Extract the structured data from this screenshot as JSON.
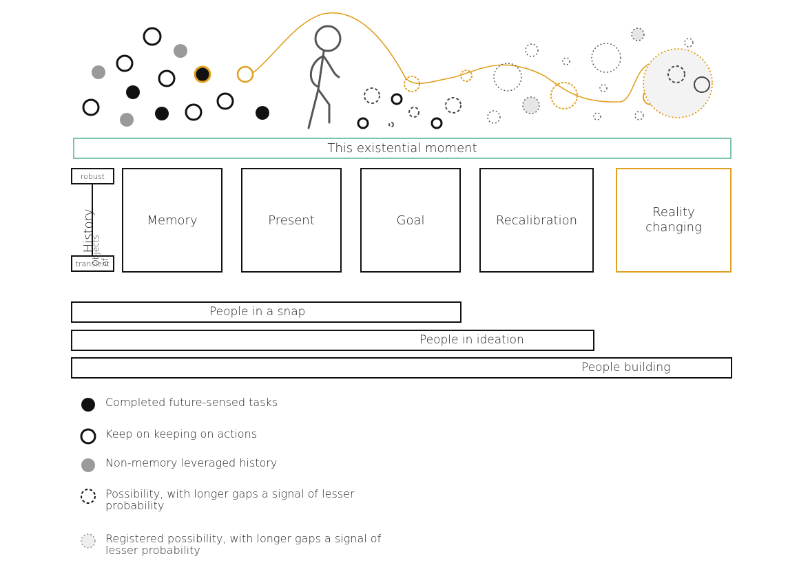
{
  "moment_label": "This existential moment",
  "axis": {
    "top": "robust",
    "bottom": "transient",
    "title_small": "Objects of",
    "title_large": "History"
  },
  "stages": [
    {
      "label": "Memory"
    },
    {
      "label": "Present"
    },
    {
      "label": "Goal"
    },
    {
      "label": "Recalibration"
    },
    {
      "label": "Reality changing"
    }
  ],
  "bars": [
    {
      "label": "People in a snap"
    },
    {
      "label": "People in ideation"
    },
    {
      "label": "People building"
    }
  ],
  "legend": [
    {
      "icon": "filled-black-circle-icon",
      "label": "Completed future-sensed tasks"
    },
    {
      "icon": "outline-black-circle-icon",
      "label": "Keep on keeping on actions"
    },
    {
      "icon": "filled-grey-circle-icon",
      "label": "Non-memory leveraged history"
    },
    {
      "icon": "dashed-circle-icon",
      "label": "Possibility, with longer gaps a signal of lesser probability"
    },
    {
      "icon": "dashed-grey-circle-icon",
      "label": "Registered possibility, with longer gaps a signal of lesser probability"
    }
  ],
  "colors": {
    "accent_gold": "#e0a020",
    "teal": "#7cc4ad",
    "grey": "#9a9a9a",
    "ink": "#111111"
  }
}
